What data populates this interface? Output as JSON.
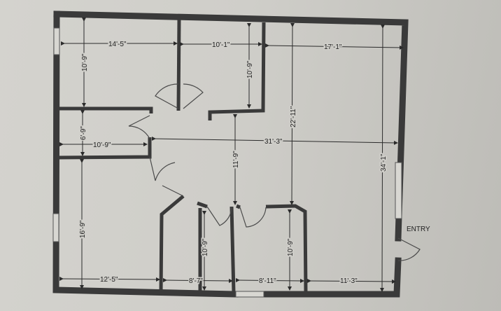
{
  "plan": {
    "dimensions": {
      "top_left_width": "14'-5\"",
      "top_mid_width": "10'-1\"",
      "top_right_width": "17'-1\"",
      "top_left_height": "10'-9\"",
      "top_mid_height": "10'-9\"",
      "small_room_height": "6'-9\"",
      "small_room_width": "10'-9\"",
      "overall_width": "31'-3\"",
      "right_height": "22'-11\"",
      "center_height": "11'-9\"",
      "overall_height": "34'-1\"",
      "bottom_left_height": "16'-9\"",
      "bottom_left_width": "12'-5\"",
      "bottom_mid_height": "10'-9\"",
      "bottom_mid_width": "8'-7\"",
      "bottom_right_height": "10'-9\"",
      "bottom_right_width": "8'-11\"",
      "bottom_far_width": "11'-3\""
    },
    "entry_label": "ENTRY"
  },
  "colors": {
    "wall": "#3a3a3a",
    "line": "#2b2b2b",
    "paper": "#d1d0cb"
  }
}
